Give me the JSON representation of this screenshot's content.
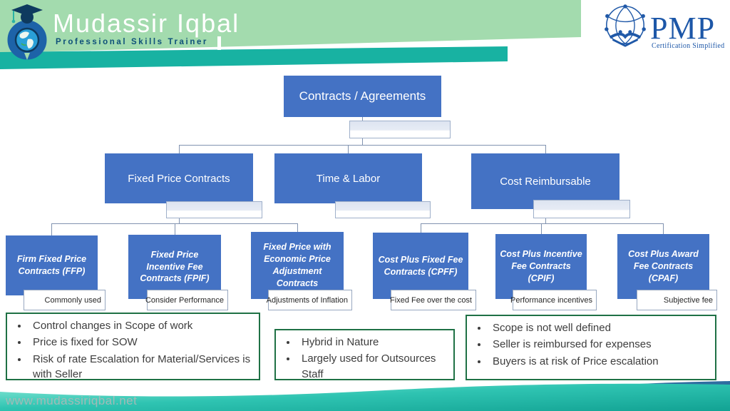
{
  "header": {
    "brand_name": "Mudassir Iqbal",
    "brand_tagline": "Professional Skills Trainer",
    "pmp": {
      "title": "PMP",
      "subtitle": "Certification Simplified"
    }
  },
  "diagram": {
    "root": {
      "label": "Contracts / Agreements"
    },
    "level2": [
      {
        "label": "Fixed Price Contracts"
      },
      {
        "label": "Time & Labor"
      },
      {
        "label": "Cost Reimbursable"
      }
    ],
    "level3": [
      {
        "label": "Firm Fixed Price Contracts (FFP)",
        "tag": "Commonly used"
      },
      {
        "label": "Fixed Price Incentive Fee Contracts (FPIF)",
        "tag": "Consider Performance"
      },
      {
        "label": "Fixed Price with Economic Price Adjustment Contracts",
        "tag": "Adjustments of Inflation"
      },
      {
        "label": "Cost Plus Fixed Fee Contracts (CPFF)",
        "tag": "Fixed Fee over the cost"
      },
      {
        "label": "Cost Plus Incentive Fee Contracts (CPIF)",
        "tag": "Performance incentives"
      },
      {
        "label": "Cost Plus Award Fee Contracts (CPAF)",
        "tag": "Subjective fee"
      }
    ],
    "notes": {
      "fixed_price": [
        "Control changes in Scope of work",
        "Price is fixed for SOW",
        "Risk of rate Escalation for Material/Services is with Seller"
      ],
      "time_labor": [
        "Hybrid in Nature",
        "Largely used for Outsources Staff"
      ],
      "cost_reimbursable": [
        "Scope is not well defined",
        "Seller is reimbursed for expenses",
        "Buyers is at risk of Price escalation"
      ]
    }
  },
  "footer": {
    "website": "www.mudassiriqbal.net"
  },
  "colors": {
    "node_blue": "#4472C4",
    "band_green": "#a3dbae",
    "band_teal": "#18b2a2",
    "note_border_green": "#1f7145",
    "pmp_blue": "#1d57a8",
    "connector": "#8193b0"
  }
}
